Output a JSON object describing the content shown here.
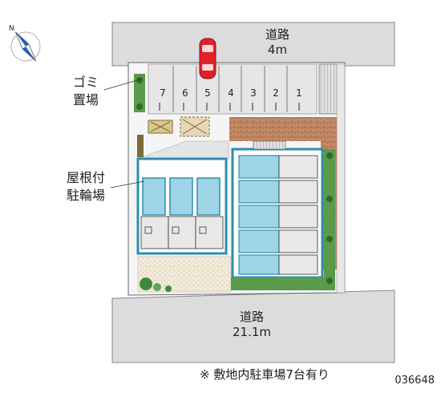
{
  "roads": {
    "top": {
      "label": "道路",
      "width": "4m"
    },
    "bottom": {
      "label": "道路",
      "width": "21.1m"
    }
  },
  "labels": {
    "garbage": [
      "ゴミ",
      "置場"
    ],
    "bike": [
      "屋根付",
      "駐輪場"
    ]
  },
  "parking": {
    "spots": [
      "7",
      "6",
      "5",
      "4",
      "3",
      "2",
      "1"
    ],
    "car_color": "#e0202a"
  },
  "compass": {
    "north": "N"
  },
  "note": "※ 敷地内駐車場7台有り",
  "property_id": "036648",
  "colors": {
    "road": "#dcdcdc",
    "site": "#f4f4f4",
    "building_outline": "#2a8fb0",
    "unit_fill": "#e8e8e8",
    "green": "#3f8a3a",
    "brick": "#b97a5a",
    "walkway": "#d8c8a8"
  }
}
